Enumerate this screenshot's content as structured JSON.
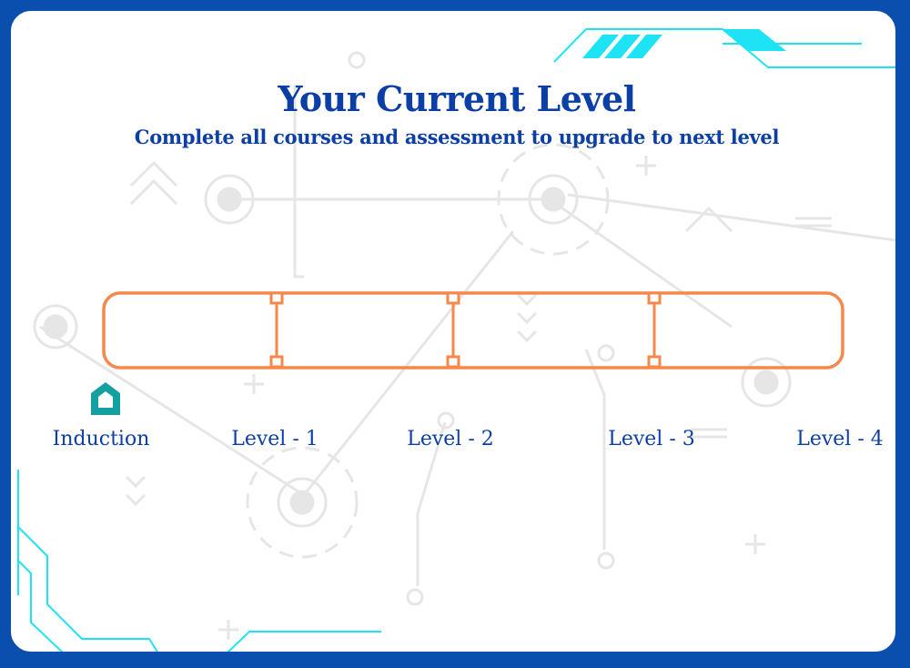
{
  "header": {
    "title": "Your Current Level",
    "subtitle": "Complete all courses and assessment to upgrade to next level"
  },
  "progress": {
    "current_level": "Induction",
    "current_index": 0,
    "levels": [
      "Induction",
      "Level - 1",
      "Level - 2",
      "Level - 3",
      "Level - 4"
    ],
    "current_marker_icon": "home-icon"
  },
  "colors": {
    "frame": "#0b4fae",
    "heading": "#0b3fa5",
    "track": "#f5884a",
    "marker": "#14a0a0",
    "accent": "#1ee3f5"
  }
}
